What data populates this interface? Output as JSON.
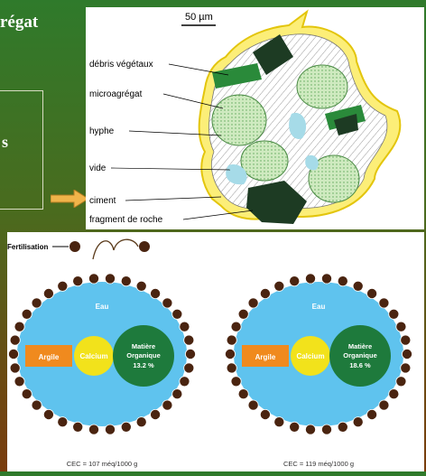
{
  "title": "régat",
  "left_panel_text": "s",
  "micro": {
    "scale": "50 µm",
    "labels": [
      "débris végétaux",
      "microagrégat",
      "hyphe",
      "vide",
      "ciment",
      "fragment de roche"
    ]
  },
  "exchange": {
    "fertilisation": "Fertilisation",
    "left": {
      "eau": "Eau",
      "argile": "Argile",
      "calcium": "Calcium",
      "mo_line1": "Matière",
      "mo_line2": "Organique",
      "mo_value": "13.2 %",
      "cec": "CEC = 107 méq/1000 g"
    },
    "right": {
      "eau": "Eau",
      "argile": "Argile",
      "calcium": "Calcium",
      "mo_line1": "Matière",
      "mo_line2": "Organique",
      "mo_value": "18.6 %",
      "cec": "CEC = 119 méq/1000 g"
    }
  },
  "colors": {
    "water": "#5fc3ee",
    "clay": "#f08a1e",
    "calcium": "#f2e21b",
    "organic": "#1e7a3c",
    "ion": "#4a2410"
  }
}
